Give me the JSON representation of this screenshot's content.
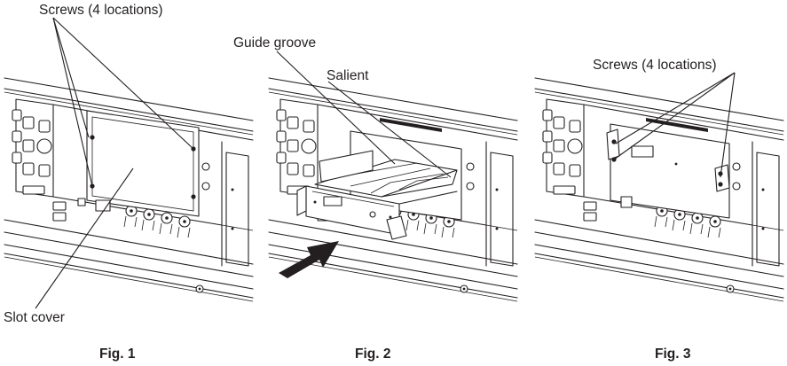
{
  "labels": {
    "screws_fig1": "Screws (4 locations)",
    "guide_groove": "Guide groove",
    "salient": "Salient",
    "screws_fig3": "Screws (4 locations)",
    "slot_cover": "Slot cover"
  },
  "captions": {
    "fig1": "Fig. 1",
    "fig2": "Fig. 2",
    "fig3": "Fig. 3"
  },
  "colors": {
    "line": "#231f20",
    "background": "#ffffff"
  }
}
